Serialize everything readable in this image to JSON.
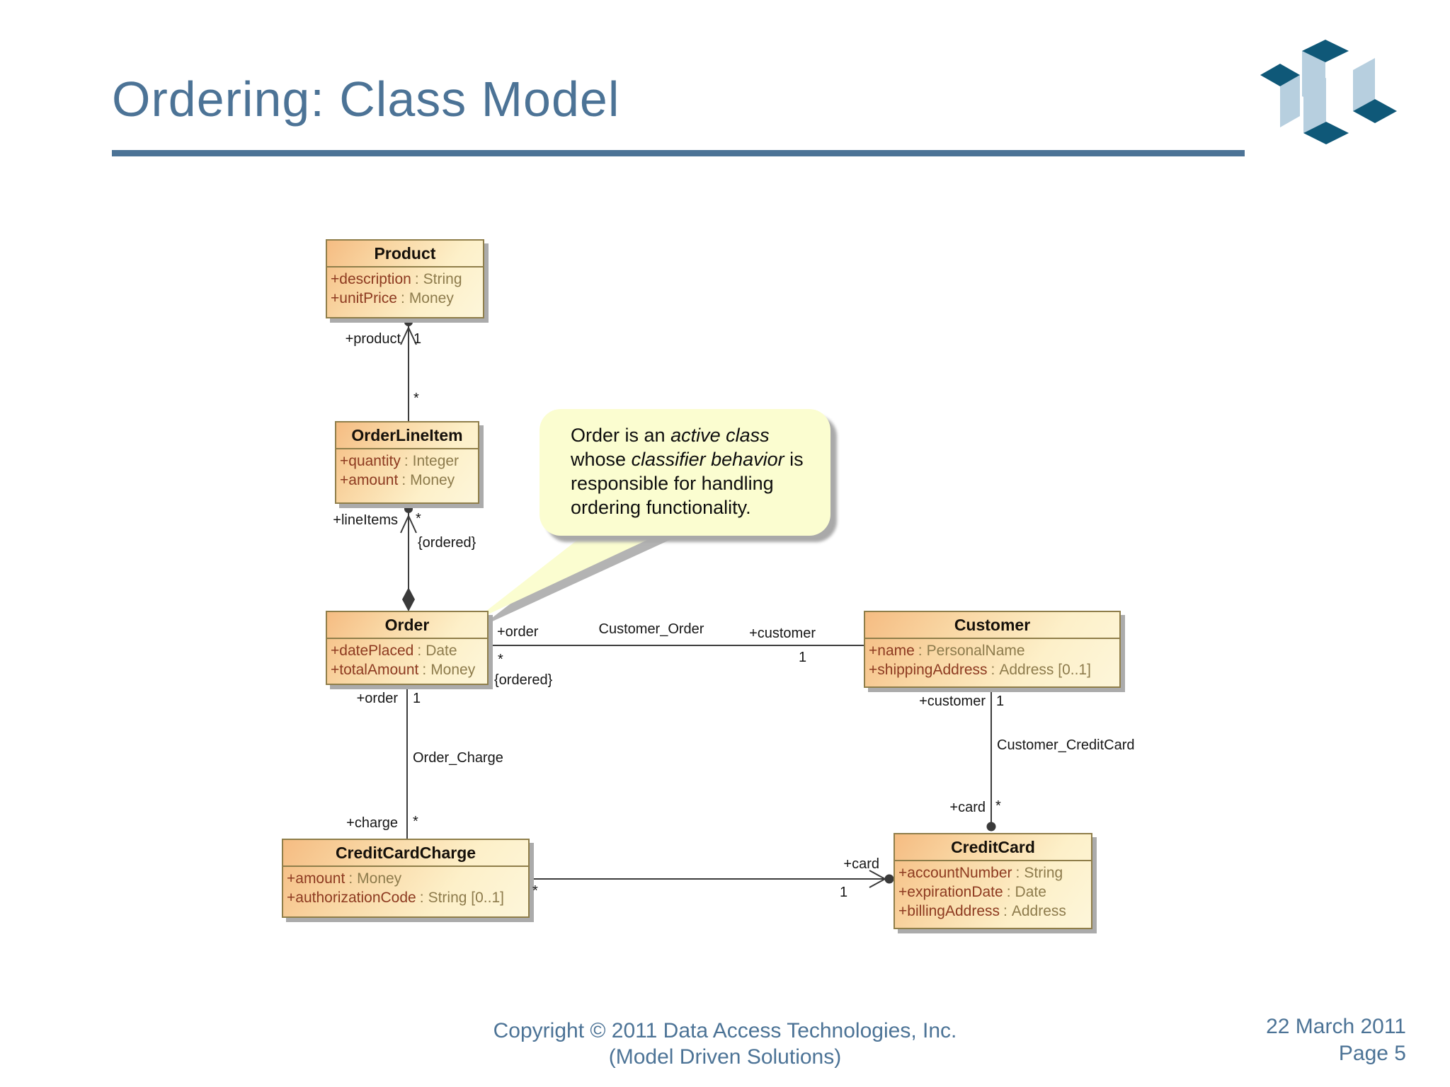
{
  "slide": {
    "title": "Ordering: Class Model",
    "footer": {
      "copyright_line1": "Copyright © 2011 Data Access Technologies, Inc.",
      "copyright_line2": "(Model Driven Solutions)",
      "date": "22 March 2011",
      "page": "Page 5"
    }
  },
  "ui": {
    "attr_sep": ":"
  },
  "colors": {
    "accent_blue": "#4c7396",
    "class_border": "#8f7e4a",
    "class_fill_start": "#f5bc82",
    "class_fill_end": "#fdf6da",
    "note_background": "#fbfdd0",
    "logo_dark": "#0f5878",
    "logo_light": "#b7cfdf"
  },
  "note": {
    "parts": [
      "Order is an ",
      "active class",
      " whose ",
      "classifier behavior",
      " is responsible for handling ordering functionality."
    ]
  },
  "classes": {
    "product": {
      "title": "Product",
      "attrs": [
        {
          "n": "+description",
          "t": "String"
        },
        {
          "n": "+unitPrice",
          "t": "Money"
        }
      ]
    },
    "order_line_item": {
      "title": "OrderLineItem",
      "attrs": [
        {
          "n": "+quantity",
          "t": "Integer"
        },
        {
          "n": "+amount",
          "t": "Money"
        }
      ]
    },
    "order": {
      "title": "Order",
      "attrs": [
        {
          "n": "+datePlaced",
          "t": "Date"
        },
        {
          "n": "+totalAmount",
          "t": "Money"
        }
      ]
    },
    "customer": {
      "title": "Customer",
      "attrs": [
        {
          "n": "+name",
          "t": "PersonalName"
        },
        {
          "n": "+shippingAddress",
          "t": "Address [0..1]"
        }
      ]
    },
    "credit_card_charge": {
      "title": "CreditCardCharge",
      "attrs": [
        {
          "n": "+amount",
          "t": "Money"
        },
        {
          "n": "+authorizationCode",
          "t": "String [0..1]"
        }
      ]
    },
    "credit_card": {
      "title": "CreditCard",
      "attrs": [
        {
          "n": "+accountNumber",
          "t": "String"
        },
        {
          "n": "+expirationDate",
          "t": "Date"
        },
        {
          "n": "+billingAddress",
          "t": "Address"
        }
      ]
    }
  },
  "associations": {
    "product_orderlineitem": {
      "product_role": "+product",
      "product_mult": "1",
      "lineitem_mult": "*"
    },
    "orderlineitem_order": {
      "lineitems_role": "+lineItems",
      "lineitems_mult": "*",
      "lineitems_constraint": "{ordered}"
    },
    "customer_order": {
      "name": "Customer_Order",
      "order_role": "+order",
      "order_mult": "*",
      "order_constraint": "{ordered}",
      "customer_role": "+customer",
      "customer_mult": "1"
    },
    "order_charge": {
      "name": "Order_Charge",
      "order_role": "+order",
      "order_mult": "1",
      "charge_role": "+charge",
      "charge_mult": "*"
    },
    "charge_card": {
      "card_role": "+card",
      "card_mult": "1",
      "charge_mult": "*"
    },
    "customer_creditcard": {
      "name": "Customer_CreditCard",
      "customer_role": "+customer",
      "customer_mult": "1",
      "card_role": "+card",
      "card_mult": "*"
    }
  }
}
